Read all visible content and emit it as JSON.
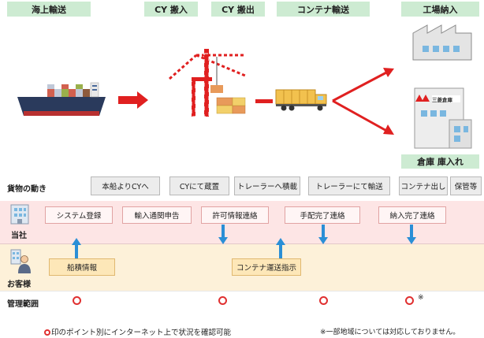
{
  "stages": [
    {
      "label": "海上輸送"
    },
    {
      "label": "CY 搬入"
    },
    {
      "label": "CY 搬出"
    },
    {
      "label": "コンテナ輸送"
    },
    {
      "label": "工場納入"
    }
  ],
  "warehouse_label": "倉庫 庫入れ",
  "warehouse_sign": "三菱倉庫",
  "rows": {
    "cargo_movement": "貨物の動き",
    "company": "当社",
    "customer": "お客様",
    "management_scope": "管理範囲"
  },
  "cargo_steps": [
    "本船よりCYへ",
    "CYにて蔵置",
    "トレーラーへ積載",
    "トレーラーにて輸送",
    "コンテナ出し",
    "保管等"
  ],
  "company_steps": [
    "システム登録",
    "輸入通関申告",
    "許可情報連絡",
    "手配完了連絡",
    "納入完了連絡"
  ],
  "customer_steps": [
    "船積情報",
    "コンテナ運送指示"
  ],
  "management_note_mark": "※",
  "footer": {
    "legend": "印のポイント別にインターネット上で状況を確認可能",
    "note": "※一部地域については対応しておりません。"
  },
  "colors": {
    "stage_tab": "#cdebd2",
    "arrow_red": "#e02020",
    "arrow_blue": "#2a8fd6",
    "company_band": "#fde5e5",
    "customer_band": "#fdf1d9"
  }
}
